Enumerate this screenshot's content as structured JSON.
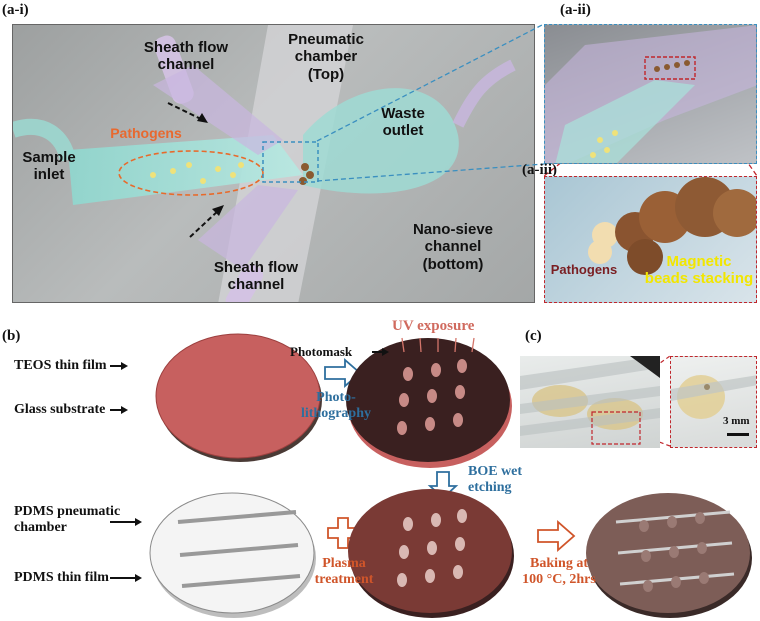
{
  "panel_a": {
    "label_i": "(a-i)",
    "label_ii": "(a-ii)",
    "label_iii": "(a-iii)",
    "sheath_flow_top": "Sheath flow\nchannel",
    "pneumatic_chamber": "Pneumatic\nchamber\n(Top)",
    "waste_outlet": "Waste\noutlet",
    "pathogens": "Pathogens",
    "sample_inlet": "Sample\ninlet",
    "nano_sieve": "Nano-sieve\nchannel\n(bottom)",
    "sheath_flow_bottom": "Sheath flow\nchannel",
    "zoom_pathogens": "Pathogens",
    "zoom_beads": "Magnetic\nbeads stacking"
  },
  "panel_b": {
    "label": "(b)",
    "teos": "TEOS thin film",
    "glass": "Glass substrate",
    "photomask": "Photomask",
    "uv": "UV exposure",
    "photolitho": "Photo-\nlithography",
    "boe": "BOE wet\netching",
    "pdms_chamber": "PDMS pneumatic\nchamber",
    "pdms_film": "PDMS thin film",
    "plasma": "Plasma\ntreatment",
    "baking": "Baking at\n100 °C, 2hrs"
  },
  "panel_c": {
    "label": "(c)",
    "scale": "3 mm"
  },
  "colors": {
    "blue_accent": "#2e6f9e",
    "orange_accent": "#d0552a",
    "dashed_blue": "#3a8fc0",
    "dashed_red": "#c0262c",
    "teos_fill": "#c7605f",
    "chip_dark": "#3a2020"
  }
}
